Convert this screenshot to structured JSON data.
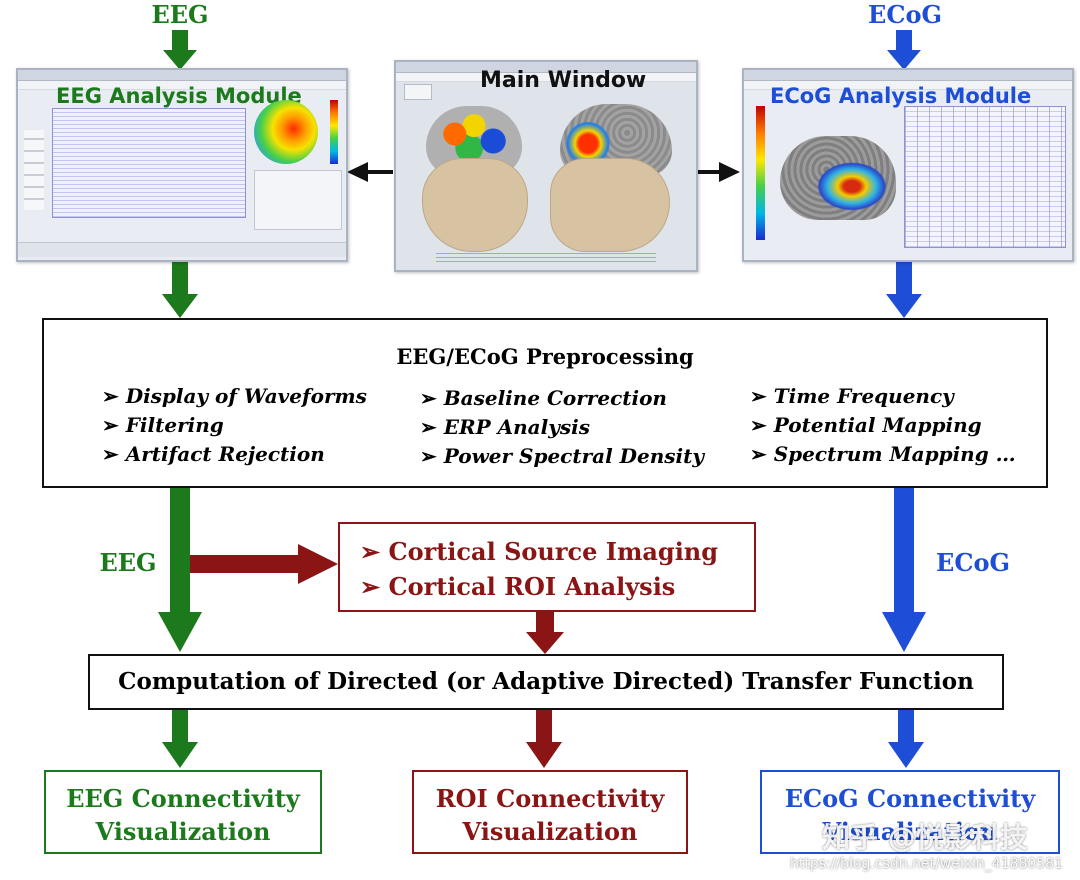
{
  "labels": {
    "eeg_top": "EEG",
    "ecog_top": "ECoG",
    "eeg_mid": "EEG",
    "ecog_mid": "ECoG"
  },
  "windows": {
    "eeg_module": "EEG Analysis Module",
    "main_window": "Main Window",
    "ecog_module": "ECoG Analysis Module"
  },
  "preprocessing": {
    "title": "EEG/ECoG Preprocessing",
    "col1": [
      "Display of Waveforms",
      "Filtering",
      "Artifact Rejection"
    ],
    "col2": [
      "Baseline Correction",
      "ERP Analysis",
      "Power Spectral Density"
    ],
    "col3": [
      "Time Frequency",
      "Potential Mapping",
      "Spectrum Mapping …"
    ]
  },
  "cortical": {
    "items": [
      "Cortical Source Imaging",
      "Cortical ROI Analysis"
    ]
  },
  "dtf": {
    "title": "Computation of Directed (or Adaptive Directed) Transfer Function"
  },
  "outputs": {
    "eeg": [
      "EEG Connectivity",
      "Visualization"
    ],
    "roi": [
      "ROI Connectivity",
      "Visualization"
    ],
    "ecog": [
      "ECoG Connectivity",
      "Visualization"
    ]
  },
  "watermark": {
    "brand": "知乎 @悦影科技",
    "url": "https://blog.csdn.net/weixin_41880581"
  },
  "colors": {
    "eeg_green": "#1c7a1c",
    "ecog_blue": "#1f4ed6",
    "roi_red": "#8b1414",
    "box_border": "#111111"
  }
}
